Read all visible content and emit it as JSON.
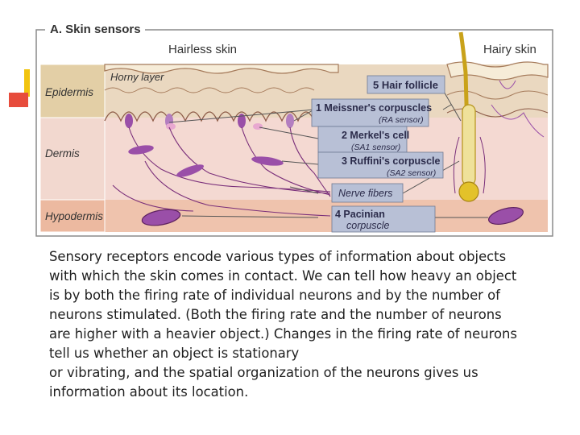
{
  "figure": {
    "title": "A. Skin sensors",
    "hairless_label": "Hairless skin",
    "hairy_label": "Hairy skin",
    "horny_layer": "Horny layer",
    "layers": [
      "Epidermis",
      "Dermis",
      "Hypodermis"
    ],
    "callouts": {
      "hair_follicle": "5 Hair follicle",
      "meissner": "1 Meissner's corpuscles",
      "meissner_sub": "(RA sensor)",
      "merkel": "2 Merkel's cell",
      "merkel_sub": "(SA1 sensor)",
      "ruffini": "3 Ruffini's corpuscle",
      "ruffini_sub": "(SA2 sensor)",
      "nerve": "Nerve fibers",
      "pacinian": "4 Pacinian",
      "pacinian_2": "corpuscle"
    },
    "colors": {
      "epidermis": "#ead8c0",
      "dermis": "#f4d9d2",
      "hypodermis": "#efc3ad",
      "callout_box": "#b8c0d6",
      "nerve": "#7a2f7a",
      "receptor": "#9a4fa8",
      "hair": "#e3c22a"
    }
  },
  "caption": {
    "lines": [
      "Sensory receptors encode various types of information about objects",
      "with which the skin comes in contact. We can tell how heavy an object",
      "is by both the firing rate of individual neurons and by the number of",
      "neurons stimulated. (Both the firing rate and the number of neurons",
      "are higher with a heavier object.) Changes in the firing rate of neurons",
      "tell us whether an object is stationary",
      "or vibrating, and the spatial organization of the neurons gives us",
      "information about its location."
    ]
  }
}
